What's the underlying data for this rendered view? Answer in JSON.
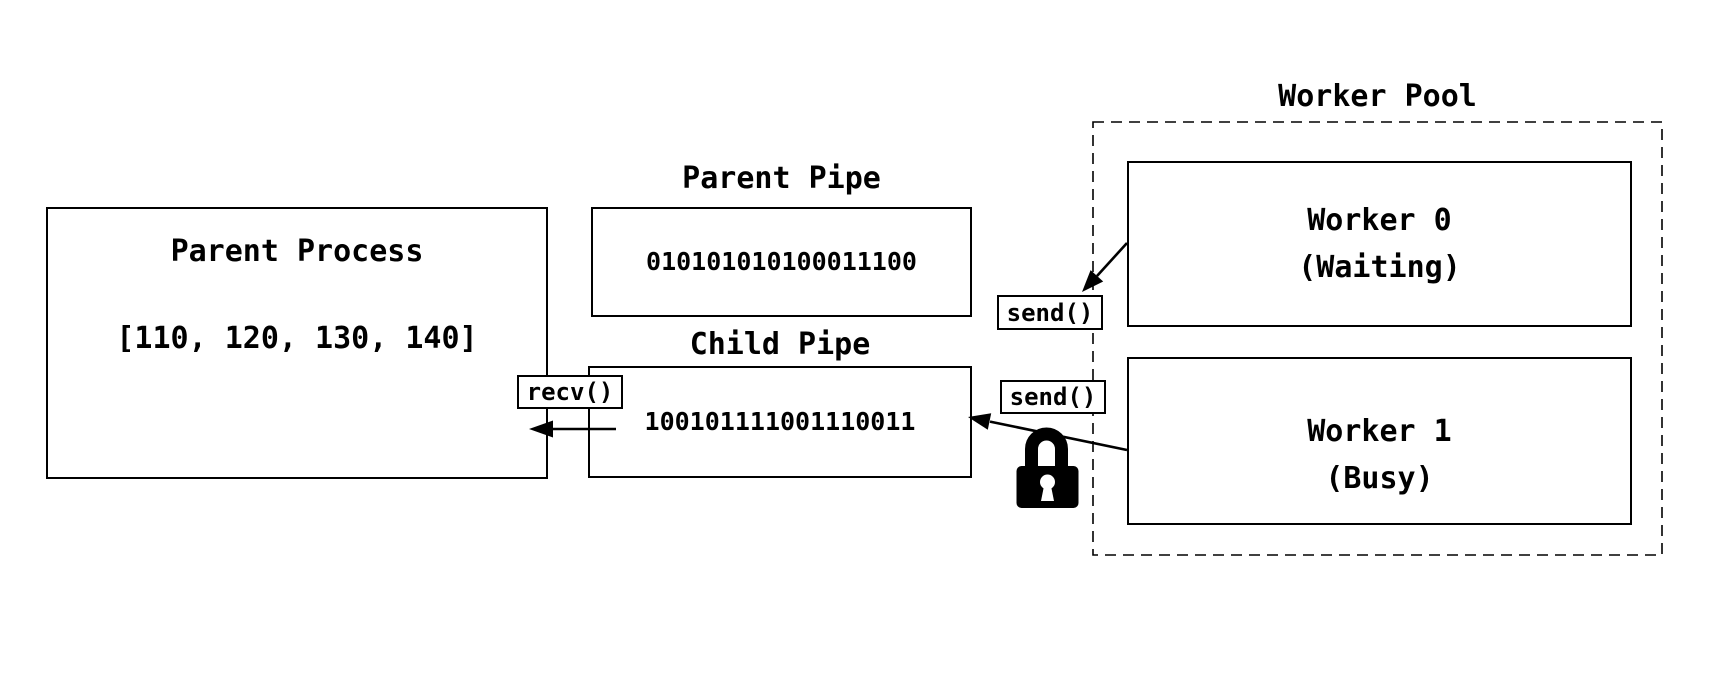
{
  "diagram": {
    "background": "#ffffff",
    "stroke_color": "#000000"
  },
  "parent_process": {
    "title": "Parent Process",
    "data_list": "[110, 120, 130, 140]"
  },
  "parent_pipe": {
    "title": "Parent Pipe",
    "binary": "010101010100011100"
  },
  "child_pipe": {
    "title": "Child Pipe",
    "binary": "100101111001110011"
  },
  "worker_pool": {
    "title": "Worker Pool",
    "workers": [
      {
        "name": "Worker 0",
        "status": "(Waiting)"
      },
      {
        "name": "Worker 1",
        "status": "(Busy)"
      }
    ]
  },
  "labels": {
    "recv": "recv()",
    "send_worker0": "send()",
    "send_worker1": "send()"
  },
  "icons": {
    "lock": "padlock"
  }
}
